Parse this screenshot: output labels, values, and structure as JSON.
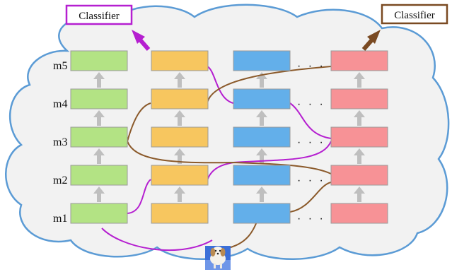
{
  "left_classifier": {
    "label": "Classifier",
    "color": "#b51fd0"
  },
  "right_classifier": {
    "label": "Classifier",
    "color": "#7a4a22"
  },
  "row_labels": [
    "m1",
    "m2",
    "m3",
    "m4",
    "m5"
  ],
  "ellipsis": "· · ·",
  "colors": {
    "col1": "#b3e384",
    "col2": "#f7c65f",
    "col3": "#63afea",
    "col4": "#f79296",
    "cloud_fill": "#f2f2f2",
    "cloud_stroke": "#5b9bd5",
    "arrow_gray": "#bfbfbf",
    "purple_path": "#b51fd0",
    "brown_path": "#8b5a2b"
  },
  "input_image": {
    "subject": "dog-photo"
  }
}
